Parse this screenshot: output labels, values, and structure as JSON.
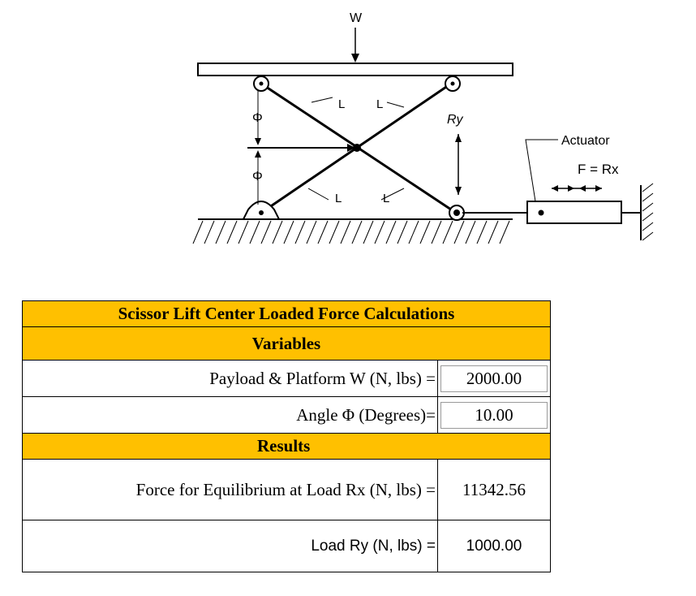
{
  "diagram": {
    "w_label": "W",
    "l_labels": [
      "L",
      "L",
      "L",
      "L"
    ],
    "phi_labels": [
      "Φ",
      "Φ"
    ],
    "ry_label": "Ry",
    "actuator_label": "Actuator",
    "force_label": "F = Rx"
  },
  "calculator": {
    "title": "Scissor Lift Center Loaded Force Calculations",
    "variables_header": "Variables",
    "payload_label": "Payload & Platform W (N, lbs) =",
    "payload_value": "2000.00",
    "angle_label": "Angle Φ (Degrees)=",
    "angle_value": "10.00",
    "results_header": "Results",
    "rx_label": "Force for Equilibrium at Load Rx (N, lbs) =",
    "rx_value": "11342.56",
    "ry_label": "Load Ry (N, lbs) =",
    "ry_value": "1000.00"
  }
}
